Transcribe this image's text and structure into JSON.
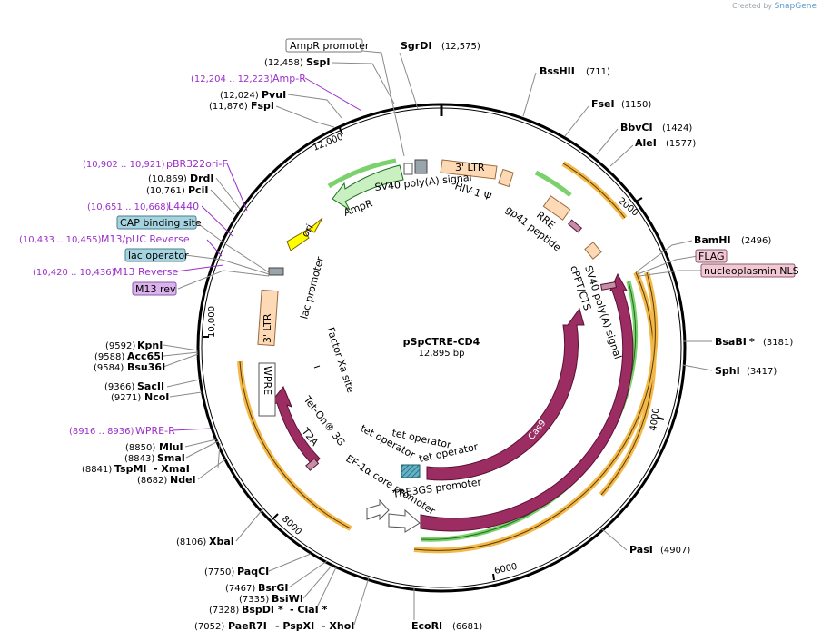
{
  "brand": {
    "prefix": "Created by",
    "name": "SnapGene"
  },
  "plasmid": {
    "name": "pSpCTRE-CD4",
    "length": "12,895 bp"
  },
  "ticks": [
    "2000",
    "4000",
    "6000",
    "8000",
    "10,000",
    "12,000"
  ],
  "enzymes": {
    "sgrdi": {
      "name": "SgrDI",
      "pos": "(12,575)"
    },
    "bsshii": {
      "name": "BssHII",
      "pos": "(711)"
    },
    "fsei": {
      "name": "FseI",
      "pos": "(1150)"
    },
    "bbvci": {
      "name": "BbvCI",
      "pos": "(1424)"
    },
    "alei": {
      "name": "AleI",
      "pos": "(1577)"
    },
    "bamhi": {
      "name": "BamHI",
      "pos": "(2496)"
    },
    "bsabi": {
      "name": "BsaBI",
      "star": "*",
      "pos": "(3181)"
    },
    "sphi": {
      "name": "SphI",
      "pos": "(3417)"
    },
    "pasi": {
      "name": "PasI",
      "pos": "(4907)"
    },
    "ecori": {
      "name": "EcoRI",
      "pos": "(6681)"
    },
    "sspi": {
      "name": "SspI",
      "pos": "(12,458)"
    },
    "pvui": {
      "name": "PvuI",
      "pos": "(12,024)"
    },
    "fspi": {
      "name": "FspI",
      "pos": "(11,876)"
    },
    "drdi": {
      "name": "DrdI",
      "pos": "(10,869)"
    },
    "pcii": {
      "name": "PciI",
      "pos": "(10,761)"
    },
    "kpni": {
      "name": "KpnI",
      "pos": "(9592)"
    },
    "acc65i": {
      "name": "Acc65I",
      "pos": "(9588)"
    },
    "bsu36i": {
      "name": "Bsu36I",
      "pos": "(9584)"
    },
    "sacii": {
      "name": "SacII",
      "pos": "(9366)"
    },
    "ncoi": {
      "name": "NcoI",
      "pos": "(9271)"
    },
    "mlui": {
      "name": "MluI",
      "pos": "(8850)"
    },
    "smai": {
      "name": "SmaI",
      "pos": "(8843)"
    },
    "tspmi": {
      "name": "TspMI",
      "pos": "(8841)",
      "extra": "- XmaI"
    },
    "ndei": {
      "name": "NdeI",
      "pos": "(8682)"
    },
    "xbai": {
      "name": "XbaI",
      "pos": "(8106)"
    },
    "paqci": {
      "name": "PaqCI",
      "pos": "(7750)"
    },
    "bsrgi": {
      "name": "BsrGI",
      "pos": "(7467)"
    },
    "bsiwi": {
      "name": "BsiWI",
      "pos": "(7335)"
    },
    "bspdi": {
      "name": "BspDI",
      "star": "*",
      "pos": "(7328)",
      "extra": "- ClaI *"
    },
    "paer7i": {
      "name": "PaeR7I",
      "pos": "(7052)",
      "extra1": "- PspXI",
      "extra2": "- XhoI"
    }
  },
  "primers": {
    "ampr": {
      "name": "Amp-R",
      "pos": "(12,204 .. 12,223)"
    },
    "pbr322": {
      "name": "pBR322ori-F",
      "pos": "(10,902 .. 10,921)"
    },
    "l4440": {
      "name": "L4440",
      "pos": "(10,651 .. 10,668)"
    },
    "m13puc": {
      "name": "M13/pUC Reverse",
      "pos": "(10,433 .. 10,455)"
    },
    "m13rev": {
      "name": "M13 Reverse",
      "pos": "(10,420 .. 10,436)"
    },
    "wprer": {
      "name": "WPRE-R",
      "pos": "(8916 .. 8936)"
    }
  },
  "boxed": {
    "ampr_promoter": "AmpR promoter",
    "cap": "CAP binding site",
    "lacop": "lac operator",
    "m13rev": "M13 rev",
    "flag": "FLAG",
    "nls": "nucleoplasmin NLS"
  },
  "features": {
    "ltr_top": "3' LTR",
    "sv40_top": "SV40 poly(A) signal",
    "ampr": "AmpR",
    "ori": "ori",
    "hiv": "HIV-1 Ψ",
    "rre": "RRE",
    "gp41": "gp41 peptide",
    "sv40_right": "SV40 poly(A) signal",
    "cppt": "cPPT/CTS",
    "lac_promoter": "lac promoter",
    "ltr_left": "3' LTR",
    "factorxa": "Factor Xa site",
    "wpre": "WPRE",
    "teton": "Tet-On® 3G",
    "t2a": "T2A",
    "ef1a": "EF-1α core promoter",
    "tre3gs": "TRE3GS promoter",
    "tetop1": "tet operator",
    "tetop2": "tet operator",
    "tetop3": "tet operator",
    "cas9_inner": "Cas9",
    "cas9_outer": "Cas9"
  },
  "colors": {
    "backbone": "#000000",
    "cas9": "#9b2d62",
    "ltr": "#fdd9b5",
    "ampr": "#c8f0c0",
    "ori": "#ffff00",
    "orange_ring": "#f3b84a",
    "green_ring": "#2f9a2f",
    "primer": "#9b2fc9",
    "cap_fill": "#a6d3e0",
    "pink_fill": "#f1c8d4",
    "m13_fill": "#dab2ec"
  }
}
